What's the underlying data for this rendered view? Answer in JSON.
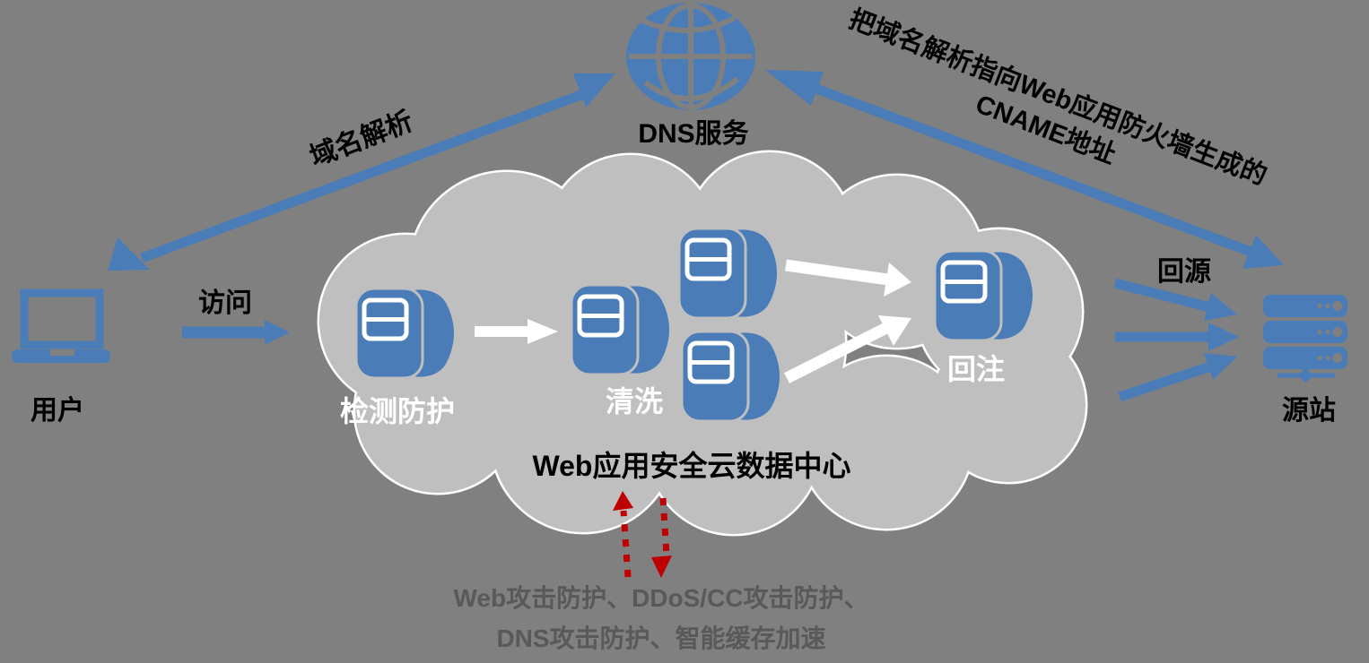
{
  "palette": {
    "background": "#808080",
    "accent_blue": "#4A7CB8",
    "cloud_fill": "#BFBFBF",
    "cloud_outline": "#FFFFFF",
    "alert_red": "#C00000",
    "muted_text": "#595959",
    "dark_text": "#000000"
  },
  "nodes": {
    "dns": {
      "label": "DNS服务"
    },
    "user": {
      "label": "用户"
    },
    "origin": {
      "label": "源站"
    },
    "cloud": {
      "title": "Web应用安全云数据中心"
    },
    "detect": {
      "label": "检测防护"
    },
    "clean": {
      "label": "清洗"
    },
    "reinject": {
      "label": "回注"
    }
  },
  "edges": {
    "domain_resolution": {
      "label": "域名解析"
    },
    "cname": {
      "line1": "把域名解析指向Web应用防火墙生成的",
      "line2": "CNAME地址"
    },
    "visit": {
      "label": "访问"
    },
    "back_to_origin": {
      "label": "回源"
    }
  },
  "footnote": {
    "line1": "Web攻击防护、DDoS/CC攻击防护、",
    "line2": "DNS攻击防护、智能缓存加速"
  }
}
